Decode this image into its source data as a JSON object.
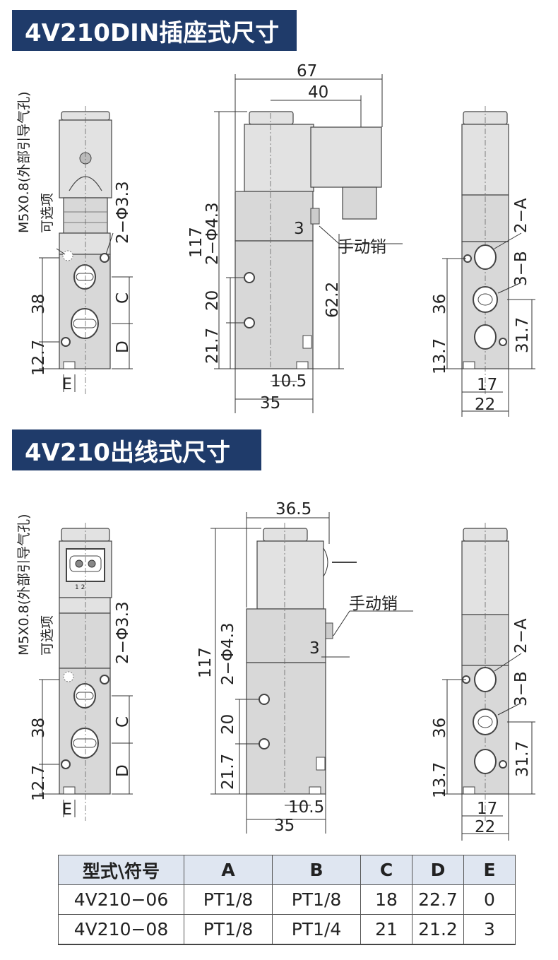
{
  "section1": {
    "title": "4V210DIN插座式尺寸",
    "labels": {
      "m5": "M5X0.8(外部引导气孔)",
      "optional": "可选项",
      "holes33": "2−Φ3.3",
      "dim38": "38",
      "dim127": "12.7",
      "c": "C",
      "d": "D",
      "e": "E",
      "dim67": "67",
      "dim40": "40",
      "dim117": "117",
      "holes43": "2−Φ4.3",
      "dim3": "3",
      "manual": "手动销",
      "dim20": "20",
      "dim217": "21.7",
      "dim622": "62.2",
      "dim105": "10.5",
      "dim35": "35",
      "portA": "2−A",
      "portB": "3−B",
      "dim36": "36",
      "dim137": "13.7",
      "dim317": "31.7",
      "dim17": "17",
      "dim22": "22"
    }
  },
  "section2": {
    "title": "4V210出线式尺寸",
    "labels": {
      "m5": "M5X0.8(外部引导气孔)",
      "optional": "可选项",
      "holes33": "2−Φ3.3",
      "pins": "1 2",
      "dim38": "38",
      "dim127": "12.7",
      "c": "C",
      "d": "D",
      "e": "E",
      "dim365": "36.5",
      "dim117": "117",
      "holes43": "2−Φ4.3",
      "dim3": "3",
      "manual": "手动销",
      "dim20": "20",
      "dim217": "21.7",
      "dim105": "10.5",
      "dim35": "35",
      "portA": "2−A",
      "portB": "3−B",
      "dim36": "36",
      "dim137": "13.7",
      "dim317": "31.7",
      "dim17": "17",
      "dim22": "22"
    }
  },
  "table": {
    "headers": [
      "型式\\符号",
      "A",
      "B",
      "C",
      "D",
      "E"
    ],
    "rows": [
      [
        "4V210−06",
        "PT1/8",
        "PT1/8",
        "18",
        "22.7",
        "0"
      ],
      [
        "4V210−08",
        "PT1/8",
        "PT1/4",
        "21",
        "21.2",
        "3"
      ]
    ]
  }
}
